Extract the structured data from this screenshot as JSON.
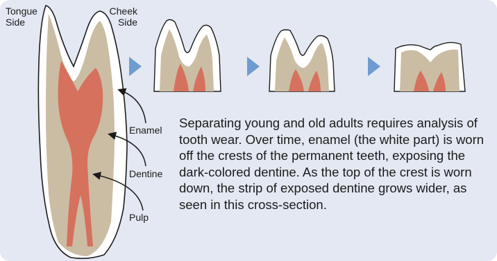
{
  "labels": {
    "tongue_side": "Tongue\nSide",
    "cheek_side": "Cheek\nSide",
    "enamel": "Enamel",
    "dentine": "Dentine",
    "pulp": "Pulp"
  },
  "description": "Separating young and old adults requires analysis of tooth wear. Over time, enamel (the white part) is worn off the crests of the permanent teeth, exposing the dark-colored dentine. As the top of the crest is worn down, the strip of exposed dentine grows wider, as seen in this cross-section.",
  "colors": {
    "background": "#e3e8f2",
    "enamel": "#ffffff",
    "dentine": "#cbbda4",
    "pulp": "#d6715e",
    "arrow": "#6f9bd0",
    "outline": "#1b1b1b"
  },
  "stages": [
    {
      "stage": "unworn"
    },
    {
      "stage": "slightly-worn"
    },
    {
      "stage": "moderately-worn"
    },
    {
      "stage": "heavily-worn"
    }
  ]
}
